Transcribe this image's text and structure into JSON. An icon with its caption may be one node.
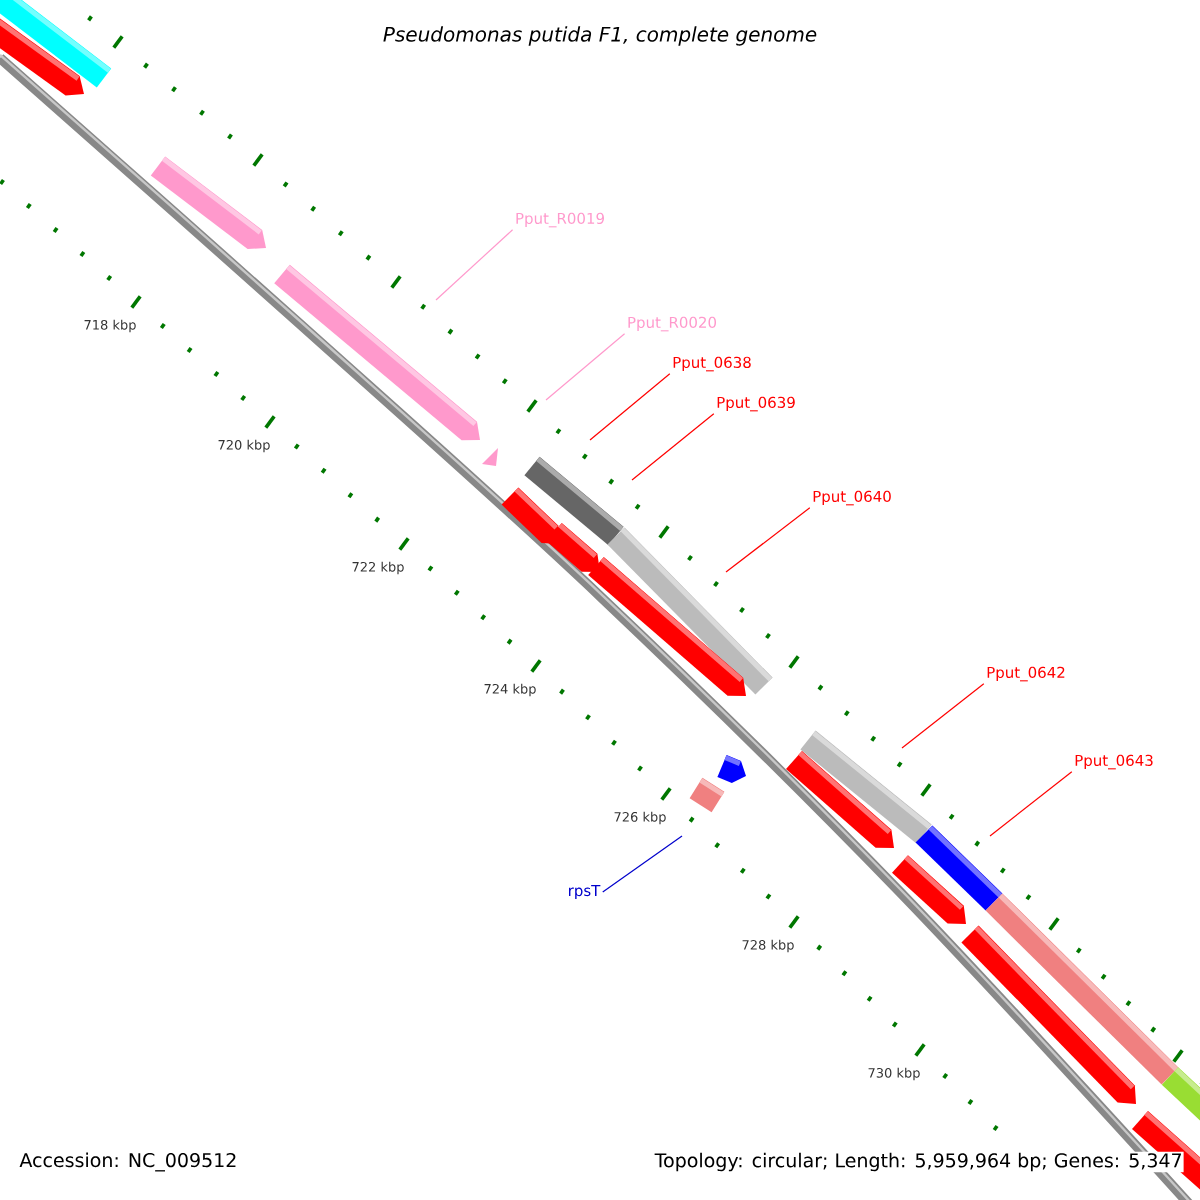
{
  "diagram": {
    "title": "Pseudomonas putida F1, complete genome",
    "nodes": [
      {
        "text": [
          "Pput_R0019"
        ]
      },
      {
        "text": [
          "Pput_R0020"
        ]
      },
      {
        "text": [
          "Pput_0638"
        ]
      },
      {
        "text": [
          "Pput_0639"
        ]
      },
      {
        "text": [
          "Pput_0640"
        ]
      },
      {
        "text": [
          "Pput_0642"
        ]
      },
      {
        "text": [
          "Pput_0643"
        ]
      },
      {
        "text": [
          "rpsT"
        ]
      }
    ],
    "edges": [
      {
        "from": 0,
        "to": null,
        "arrow": "none",
        "color": "#ff99cc"
      },
      {
        "from": 1,
        "to": null,
        "arrow": "none",
        "color": "#ff99cc"
      },
      {
        "from": 2,
        "to": null,
        "arrow": "none"
      },
      {
        "from": 3,
        "to": null,
        "arrow": "none"
      },
      {
        "from": 4,
        "to": null,
        "arrow": "none"
      },
      {
        "from": 5,
        "to": null,
        "arrow": "none"
      },
      {
        "from": 6,
        "to": null,
        "arrow": "none"
      },
      {
        "from": 7,
        "to": null,
        "arrow": "none",
        "color": "#0000cc"
      }
    ],
    "labels": [
      "718 kbp",
      "720 kbp",
      "722 kbp",
      "724 kbp",
      "726 kbp",
      "728 kbp",
      "730 kbp",
      "Accession: NC_009512",
      "Topology: circular; Length: 5,959,964 bp; Genes: 5,347"
    ]
  }
}
